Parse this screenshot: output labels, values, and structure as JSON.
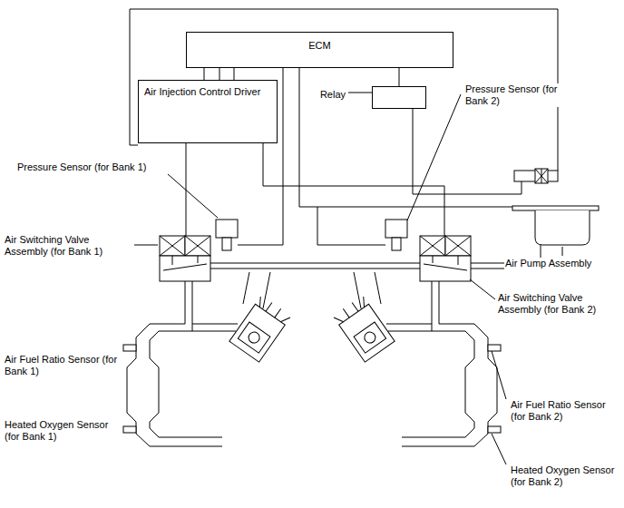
{
  "diagram": {
    "nodes": [
      {
        "text": [
          "ECM"
        ]
      },
      {
        "text": [
          "Air Injection Control Driver"
        ]
      },
      {
        "text": [
          "Relay"
        ]
      }
    ],
    "edges": [
      {
        "from": 0,
        "to": 1,
        "arrow": "none"
      },
      {
        "from": 0,
        "to": 1,
        "arrow": "none"
      },
      {
        "from": 0,
        "to": 1,
        "arrow": "none"
      },
      {
        "from": 0,
        "to": 2,
        "arrow": "none"
      }
    ],
    "labels": [
      "Pressure Sensor (for Bank 1)",
      "Pressure Sensor (for Bank 2)",
      "Air Switching Valve Assembly (for Bank 1)",
      "Air Switching Valve Assembly (for Bank 2)",
      "Air Pump Assembly",
      "Air Fuel Ratio Sensor (for Bank 1)",
      "Heated Oxygen Sensor (for Bank 1)",
      "Air Fuel Ratio Sensor (for Bank 2)",
      "Heated Oxygen Sensor (for Bank 2)"
    ]
  }
}
